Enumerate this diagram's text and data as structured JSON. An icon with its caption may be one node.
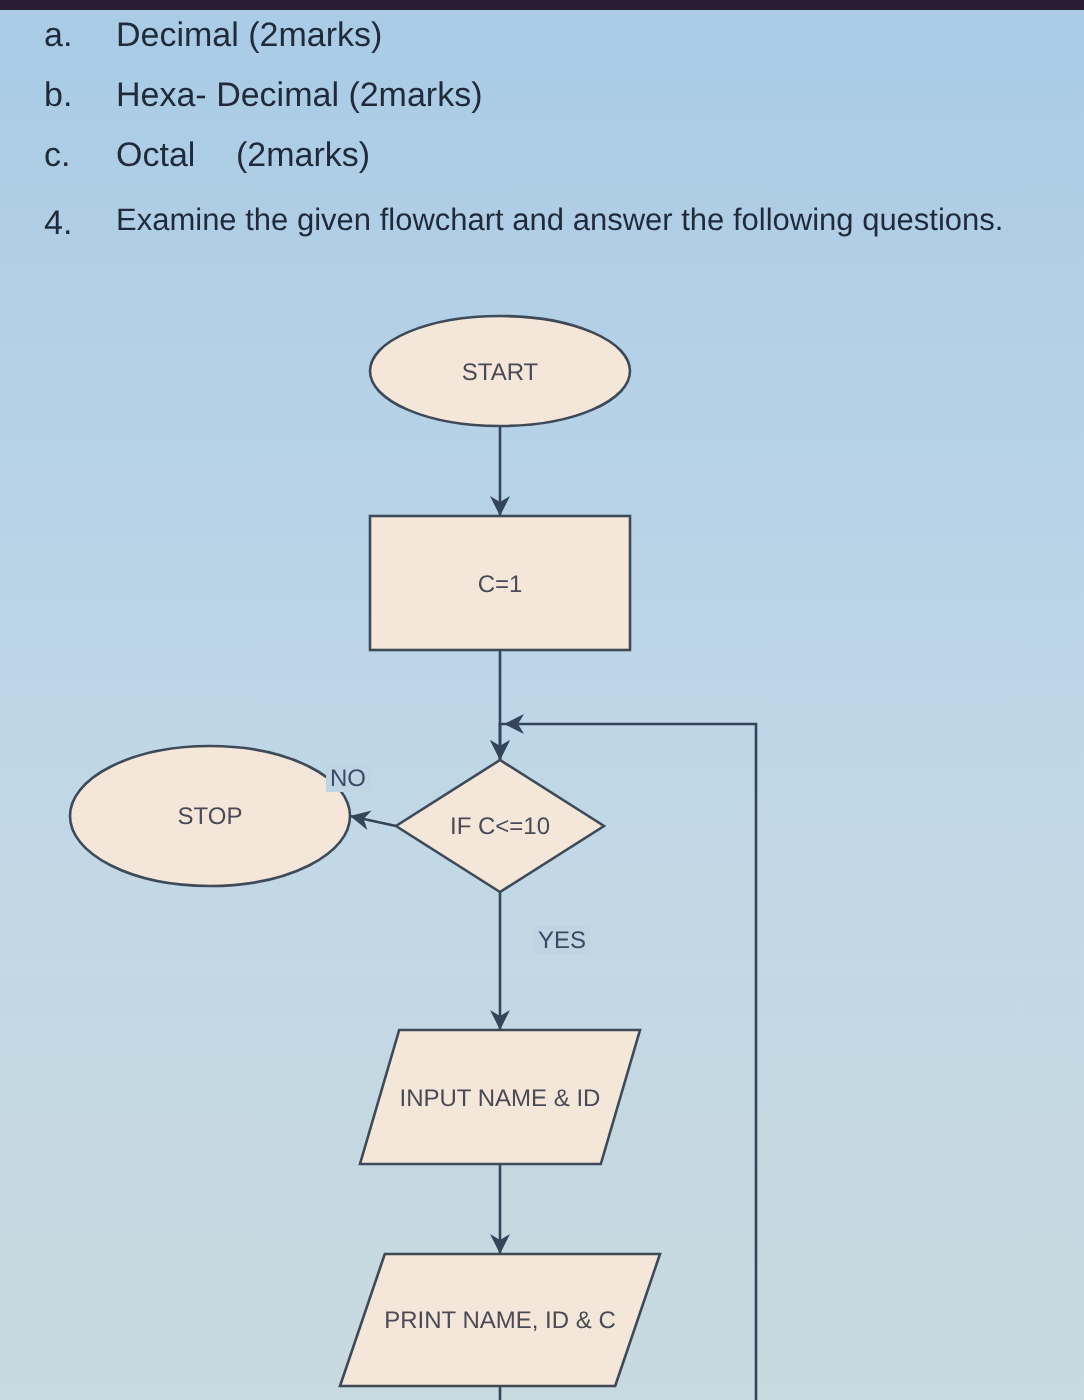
{
  "diagram": {
    "nodes": [
      {
        "text": [
          "START"
        ]
      },
      {
        "text": [
          "C=1"
        ]
      },
      {
        "text": [
          "IF C<=10"
        ]
      },
      {
        "text": [
          "STOP"
        ]
      },
      {
        "text": [
          "INPUT NAME & ID"
        ]
      },
      {
        "text": [
          "PRINT NAME, ID &  C"
        ]
      }
    ],
    "edges": [
      {
        "from": 0,
        "to": 1,
        "arrow": "to"
      },
      {
        "from": 1,
        "to": 2,
        "arrow": "to"
      },
      {
        "from": 2,
        "to": 3,
        "arrow": "to",
        "label": "NO"
      },
      {
        "from": 2,
        "to": 4,
        "arrow": "to",
        "label": "YES"
      },
      {
        "from": 4,
        "to": 5,
        "arrow": "to"
      },
      {
        "from": 5,
        "to": null,
        "arrow": "none"
      },
      {
        "from": null,
        "to": 2,
        "arrow": "to"
      }
    ],
    "labels": [
      "a.",
      "Decimal (2marks)",
      "b.",
      "Hexa- Decimal (2marks)",
      "c.",
      "Octal",
      "(2marks)",
      "4.",
      "Examine the given flowchart and answer the following questions."
    ]
  }
}
